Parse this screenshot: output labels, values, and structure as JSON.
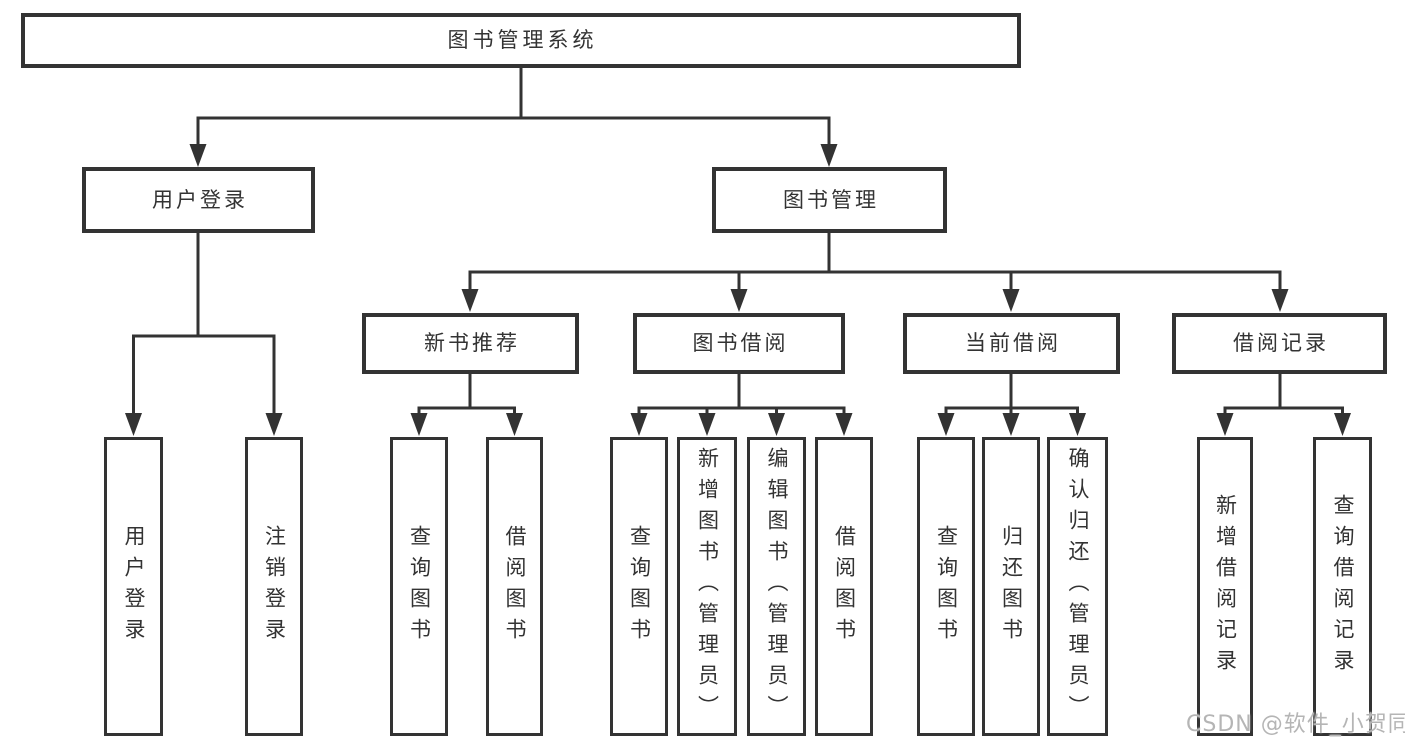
{
  "diagram": {
    "root": "图书管理系统",
    "branches": {
      "user_login": {
        "label": "用户登录",
        "children": [
          "用户登录",
          "注销登录"
        ]
      },
      "book_management": {
        "label": "图书管理",
        "sections": {
          "new_book_recommend": {
            "label": "新书推荐",
            "children": [
              "查询图书",
              "借阅图书"
            ]
          },
          "book_borrow": {
            "label": "图书借阅",
            "children": [
              "查询图书",
              "新增图书（管理员）",
              "编辑图书（管理员）",
              "借阅图书"
            ]
          },
          "current_borrow": {
            "label": "当前借阅",
            "children": [
              "查询图书",
              "归还图书",
              "确认归还（管理员）"
            ]
          },
          "borrow_record": {
            "label": "借阅记录",
            "children": [
              "新增借阅记录",
              "查询借阅记录"
            ]
          }
        }
      }
    }
  },
  "colors": {
    "line": "#333333",
    "text": "#333333",
    "background": "#ffffff",
    "watermark": "#b5b5b5"
  },
  "watermark": "CSDN @软件_小贺同学"
}
